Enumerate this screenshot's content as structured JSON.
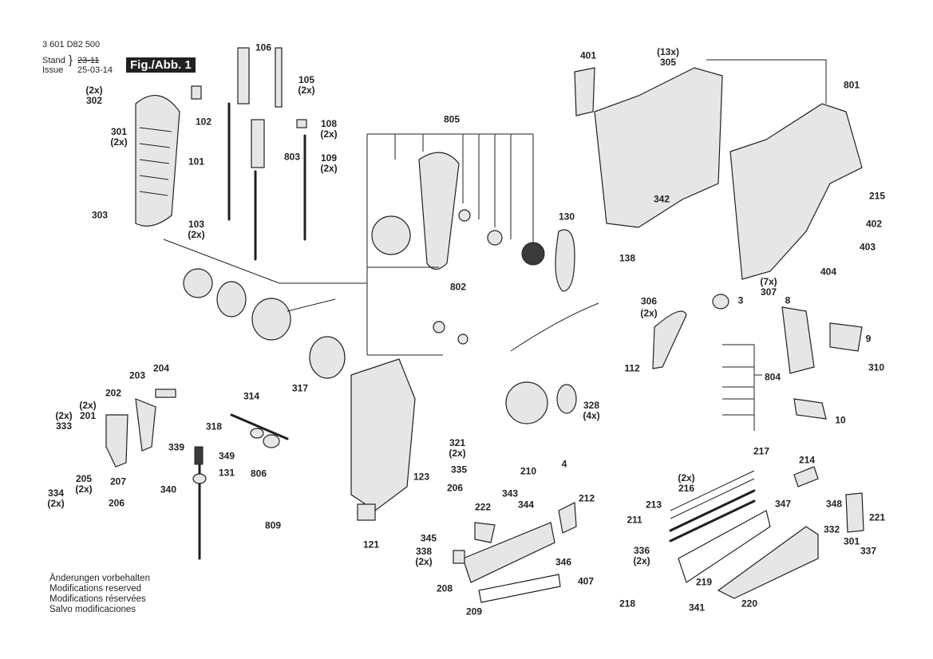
{
  "header": {
    "part_number": "3 601 D82 500",
    "stand_label": "Stand",
    "issue_label": "Issue",
    "stand_value": "23-11",
    "issue_value": "25-03-14",
    "figure_label": "Fig./Abb. 1"
  },
  "notes": [
    "Änderungen vorbehalten",
    "Modifications reserved",
    "Modifications réservées",
    "Salvo modificaciones"
  ],
  "callouts": [
    {
      "id": "c106",
      "text": "106"
    },
    {
      "id": "c105",
      "text": "105\n(2x)"
    },
    {
      "id": "c302",
      "text": "(2x)\n302"
    },
    {
      "id": "c102",
      "text": "102"
    },
    {
      "id": "c301a",
      "text": "301\n(2x)"
    },
    {
      "id": "c108",
      "text": "108\n(2x)"
    },
    {
      "id": "c803",
      "text": "803"
    },
    {
      "id": "c109",
      "text": "109\n(2x)"
    },
    {
      "id": "c101",
      "text": "101"
    },
    {
      "id": "c303",
      "text": "303"
    },
    {
      "id": "c103",
      "text": "103\n(2x)"
    },
    {
      "id": "c805",
      "text": "805"
    },
    {
      "id": "c401",
      "text": "401"
    },
    {
      "id": "c305",
      "text": "(13x)\n305"
    },
    {
      "id": "c801",
      "text": "801"
    },
    {
      "id": "c130",
      "text": "130"
    },
    {
      "id": "c342",
      "text": "342"
    },
    {
      "id": "c215",
      "text": "215"
    },
    {
      "id": "c402",
      "text": "402"
    },
    {
      "id": "c403",
      "text": "403"
    },
    {
      "id": "c138",
      "text": "138"
    },
    {
      "id": "c404",
      "text": "404"
    },
    {
      "id": "c802",
      "text": "802"
    },
    {
      "id": "c307",
      "text": "(7x)\n307"
    },
    {
      "id": "c306",
      "text": "306"
    },
    {
      "id": "c306x",
      "text": "(2x)"
    },
    {
      "id": "c3",
      "text": "3"
    },
    {
      "id": "c8",
      "text": "8"
    },
    {
      "id": "c9",
      "text": "9"
    },
    {
      "id": "c112",
      "text": "112"
    },
    {
      "id": "c804",
      "text": "804"
    },
    {
      "id": "c310",
      "text": "310"
    },
    {
      "id": "c10",
      "text": "10"
    },
    {
      "id": "c204",
      "text": "204"
    },
    {
      "id": "c203",
      "text": "203"
    },
    {
      "id": "c314",
      "text": "314"
    },
    {
      "id": "c202",
      "text": "202"
    },
    {
      "id": "c201",
      "text": "(2x)\n201"
    },
    {
      "id": "c333",
      "text": "(2x)\n333"
    },
    {
      "id": "c317",
      "text": "317"
    },
    {
      "id": "c328",
      "text": "328\n(4x)"
    },
    {
      "id": "c318",
      "text": "318"
    },
    {
      "id": "c339",
      "text": "339"
    },
    {
      "id": "c349",
      "text": "349"
    },
    {
      "id": "c806",
      "text": "806"
    },
    {
      "id": "c321",
      "text": "321\n(2x)"
    },
    {
      "id": "c205",
      "text": "205\n(2x)"
    },
    {
      "id": "c207",
      "text": "207"
    },
    {
      "id": "c340",
      "text": "340"
    },
    {
      "id": "c131",
      "text": "131"
    },
    {
      "id": "c334",
      "text": "334\n(2x)"
    },
    {
      "id": "c206a",
      "text": "206"
    },
    {
      "id": "c809",
      "text": "809"
    },
    {
      "id": "c123",
      "text": "123"
    },
    {
      "id": "c335",
      "text": "335"
    },
    {
      "id": "c210",
      "text": "210"
    },
    {
      "id": "c4",
      "text": "4"
    },
    {
      "id": "c206b",
      "text": "206"
    },
    {
      "id": "c343",
      "text": "343"
    },
    {
      "id": "c344",
      "text": "344"
    },
    {
      "id": "c222",
      "text": "222"
    },
    {
      "id": "c212",
      "text": "212"
    },
    {
      "id": "c121",
      "text": "121"
    },
    {
      "id": "c345",
      "text": "345"
    },
    {
      "id": "c338",
      "text": "338\n(2x)"
    },
    {
      "id": "c346",
      "text": "346"
    },
    {
      "id": "c208",
      "text": "208"
    },
    {
      "id": "c407",
      "text": "407"
    },
    {
      "id": "c209",
      "text": "209"
    },
    {
      "id": "c217",
      "text": "217"
    },
    {
      "id": "c214",
      "text": "214"
    },
    {
      "id": "c216",
      "text": "(2x)\n216"
    },
    {
      "id": "c213",
      "text": "213"
    },
    {
      "id": "c347",
      "text": "347"
    },
    {
      "id": "c348",
      "text": "348"
    },
    {
      "id": "c221",
      "text": "221"
    },
    {
      "id": "c211",
      "text": "211"
    },
    {
      "id": "c332",
      "text": "332"
    },
    {
      "id": "c336",
      "text": "336\n(2x)"
    },
    {
      "id": "c301b",
      "text": "301"
    },
    {
      "id": "c337",
      "text": "337"
    },
    {
      "id": "c219",
      "text": "219"
    },
    {
      "id": "c218",
      "text": "218"
    },
    {
      "id": "c341",
      "text": "341"
    },
    {
      "id": "c220",
      "text": "220"
    }
  ]
}
